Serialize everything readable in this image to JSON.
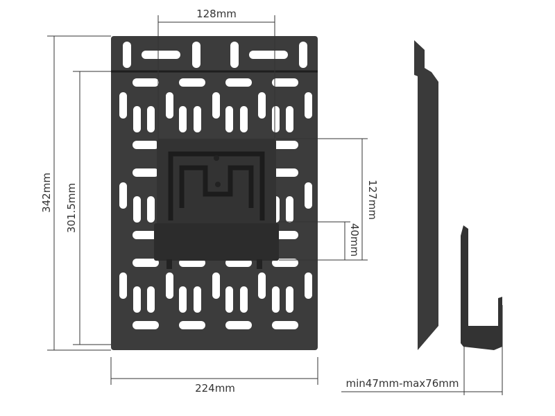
{
  "dimensions": {
    "mount_hole_spacing": "128mm",
    "total_height": "342mm",
    "plate_height": "301.5mm",
    "bracket_height": "127mm",
    "shelf_height": "40mm",
    "plate_width": "224mm",
    "depth_range": "min47mm-max76mm"
  },
  "colors": {
    "plate": "#3c3c3c",
    "bracket": "#2e2e2e",
    "dimension_line": "#333333",
    "slot": "#ffffff"
  }
}
